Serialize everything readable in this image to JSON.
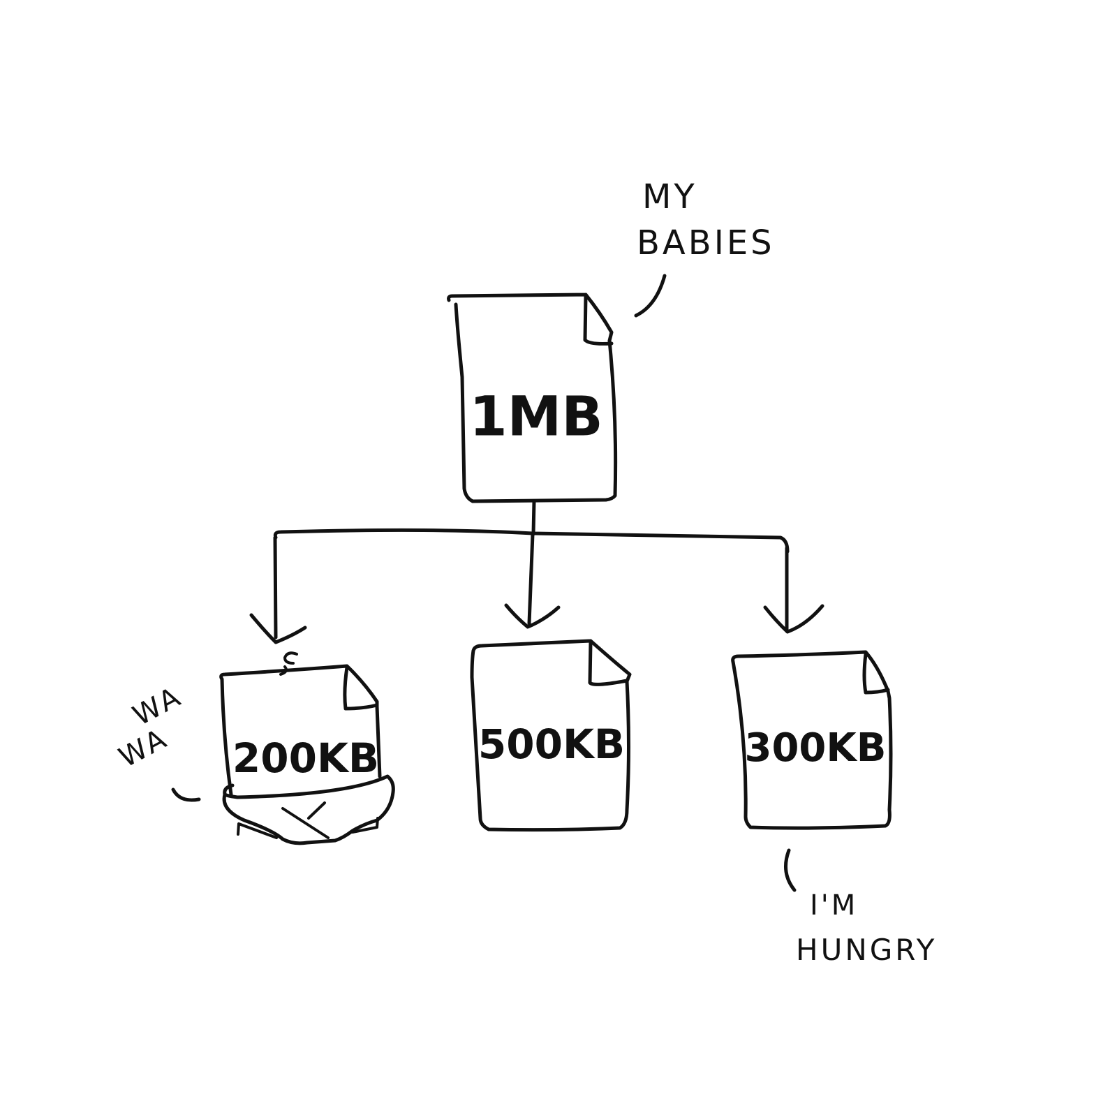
{
  "diagram": {
    "root": {
      "label": "1MB"
    },
    "children": [
      {
        "label": "200KB"
      },
      {
        "label": "500KB"
      },
      {
        "label": "300KB"
      }
    ]
  },
  "annotations": {
    "root_caption": [
      "MY",
      "BABIES"
    ],
    "crying_sound": [
      "WA",
      "WA"
    ],
    "hungry_caption": [
      "I'M",
      "HUNGRY"
    ]
  },
  "colors": {
    "ink": "#111111",
    "background": "#ffffff"
  }
}
